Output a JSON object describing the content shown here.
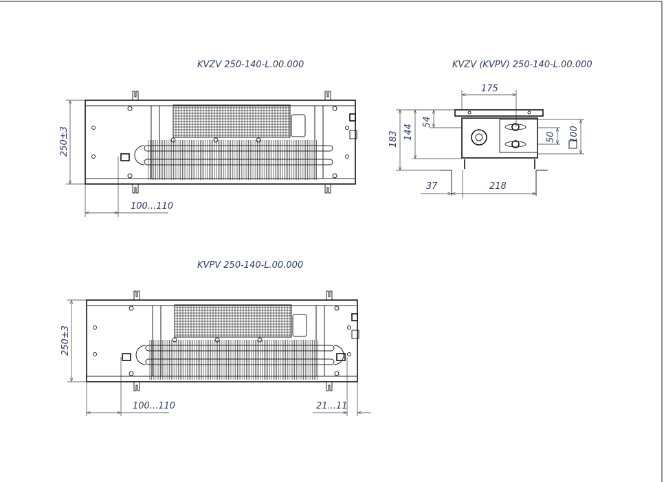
{
  "views": {
    "top_kvzv": {
      "title": "KVZV 250-140-L.00.000",
      "dim_height": "250±3",
      "dim_offset_left": "100...110"
    },
    "side": {
      "title": "KVZV (KVPV) 250-140-L.00.000",
      "dim_width_top": "175",
      "dim_183": "183",
      "dim_144": "144",
      "dim_54": "54",
      "dim_50": "50",
      "dim_100": "100",
      "dim_37": "37",
      "dim_218": "218"
    },
    "top_kvpv": {
      "title": "KVPV 250-140-L.00.000",
      "dim_height": "250±3",
      "dim_offset_left": "100...110",
      "dim_offset_right": "21...11"
    }
  }
}
